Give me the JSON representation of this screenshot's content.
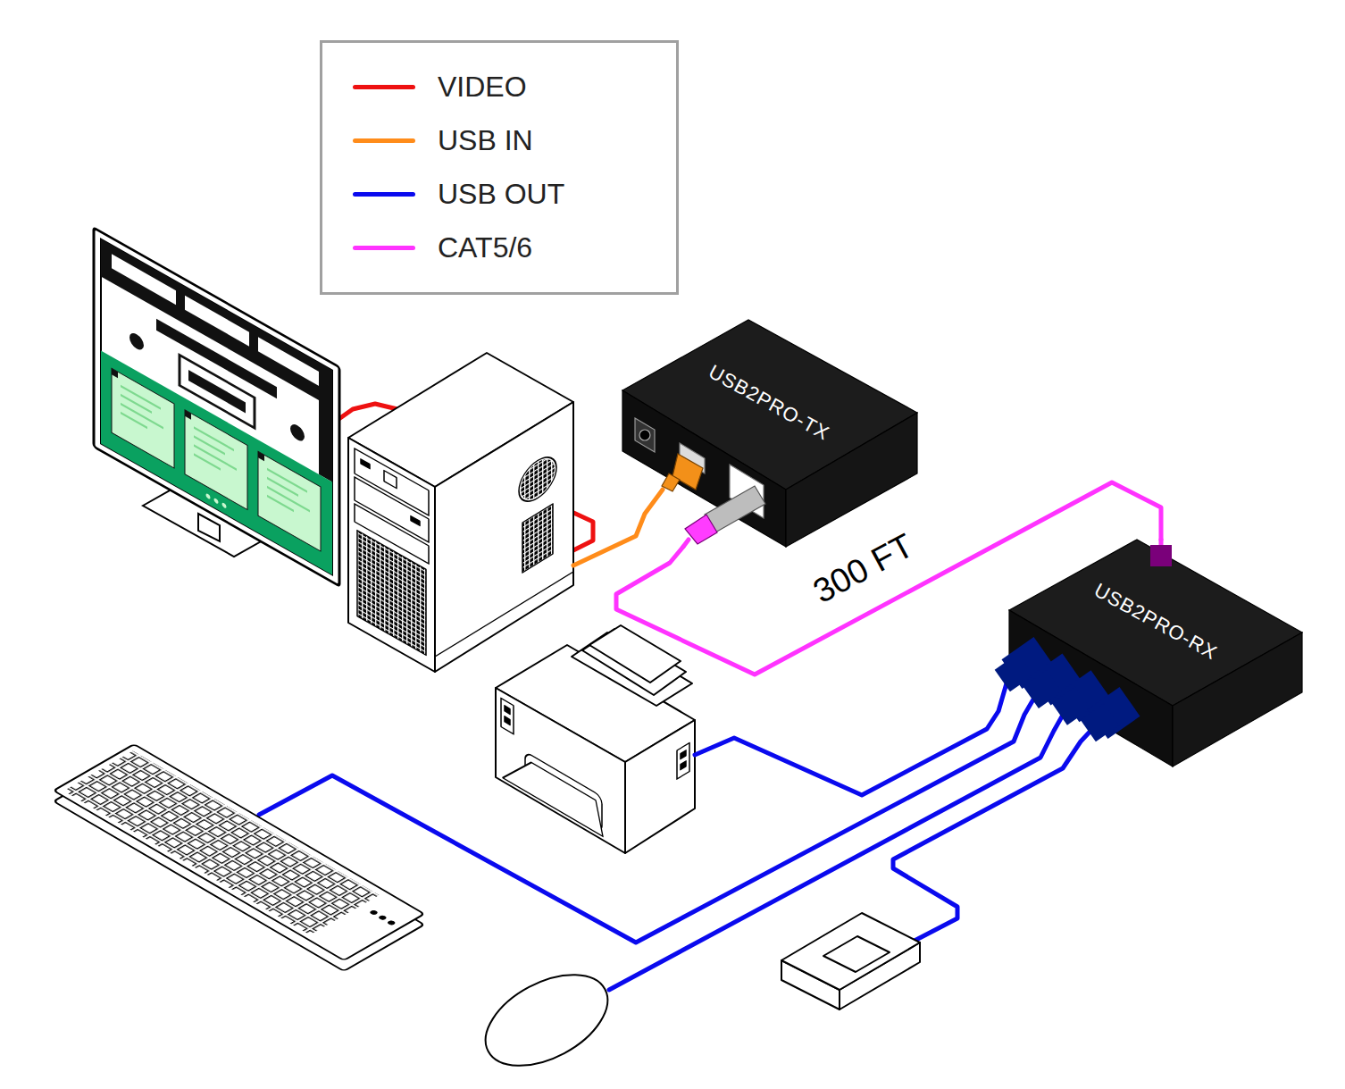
{
  "diagram": {
    "nodes": [
      {
        "text": [
          "USB2PRO-TX"
        ]
      },
      {
        "text": [
          "USB2PRO-RX"
        ]
      }
    ],
    "edges": [
      {
        "from": 0,
        "to": 1,
        "arrow": "none",
        "label": "300 FT"
      }
    ],
    "legend": [
      {
        "text": "VIDEO",
        "color": "#ee1111"
      },
      {
        "text": "USB IN",
        "color": "#ff8c1a"
      },
      {
        "text": "USB OUT",
        "color": "#0a0aee"
      },
      {
        "text": "CAT5/6",
        "color": "#ff33ff"
      }
    ]
  }
}
